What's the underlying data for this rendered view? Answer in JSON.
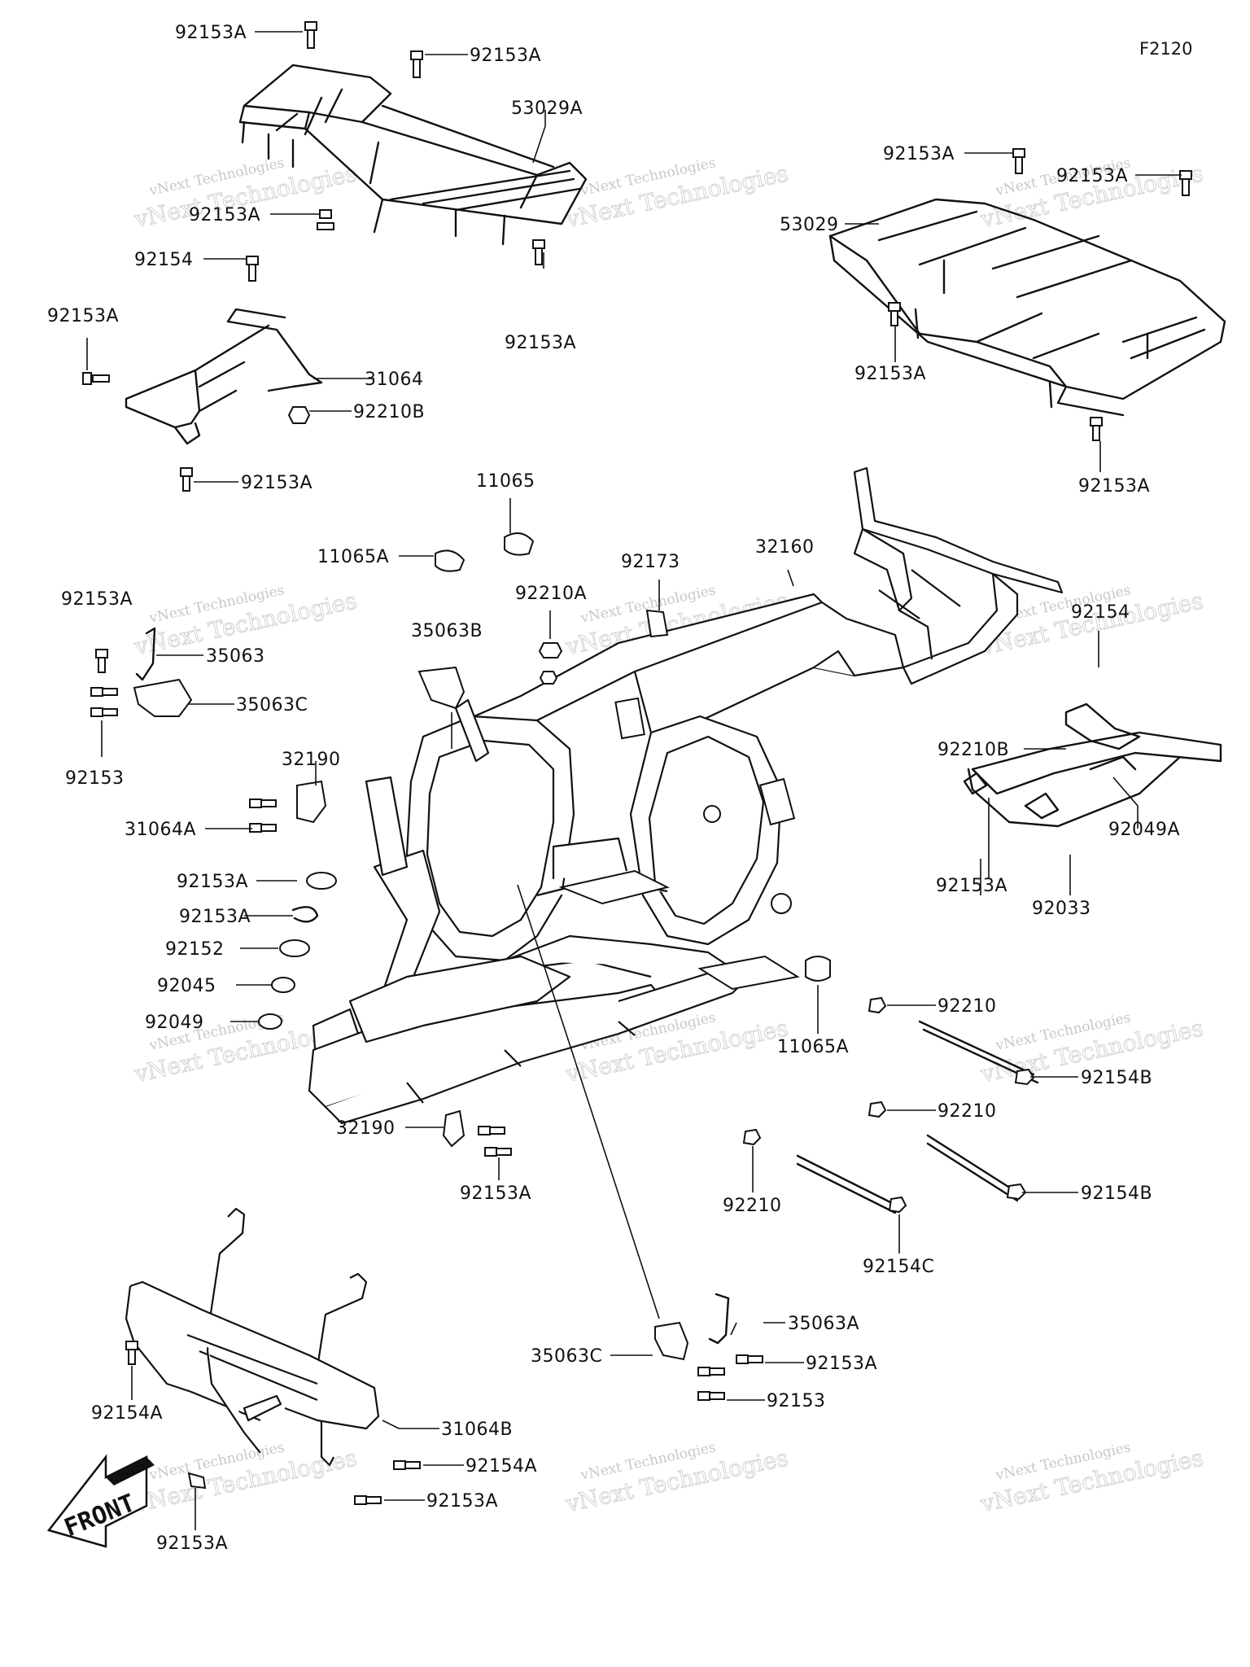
{
  "diagram_code": "F2120",
  "front_label": "FRONT",
  "watermark": {
    "line1": "vNext Technologies",
    "line2": "vNext Technologies"
  },
  "labels": [
    {
      "text": "92153A"
    },
    {
      "text": "92153A"
    },
    {
      "text": "53029A"
    },
    {
      "text": "92153A"
    },
    {
      "text": "92153A"
    },
    {
      "text": "92154"
    },
    {
      "text": "92153A"
    },
    {
      "text": "31064"
    },
    {
      "text": "92210B"
    },
    {
      "text": "92153A"
    },
    {
      "text": "92153A"
    },
    {
      "text": "92153A"
    },
    {
      "text": "53029"
    },
    {
      "text": "92153A"
    },
    {
      "text": "92153A"
    },
    {
      "text": "11065"
    },
    {
      "text": "11065A"
    },
    {
      "text": "92173"
    },
    {
      "text": "32160"
    },
    {
      "text": "92210A"
    },
    {
      "text": "92153A"
    },
    {
      "text": "35063"
    },
    {
      "text": "35063B"
    },
    {
      "text": "92154"
    },
    {
      "text": "35063C"
    },
    {
      "text": "92153"
    },
    {
      "text": "92210B"
    },
    {
      "text": "32190"
    },
    {
      "text": "92153A"
    },
    {
      "text": "31064A"
    },
    {
      "text": "92049A"
    },
    {
      "text": "92153A"
    },
    {
      "text": "92033"
    },
    {
      "text": "92153A"
    },
    {
      "text": "92152"
    },
    {
      "text": "92045"
    },
    {
      "text": "11065A"
    },
    {
      "text": "92049"
    },
    {
      "text": "92210"
    },
    {
      "text": "92154B"
    },
    {
      "text": "32190"
    },
    {
      "text": "92210"
    },
    {
      "text": "92153A"
    },
    {
      "text": "92210"
    },
    {
      "text": "92154B"
    },
    {
      "text": "92154C"
    },
    {
      "text": "35063A"
    },
    {
      "text": "35063C"
    },
    {
      "text": "92153A"
    },
    {
      "text": "92153"
    },
    {
      "text": "92154A"
    },
    {
      "text": "31064B"
    },
    {
      "text": "92154A"
    },
    {
      "text": "92153A"
    },
    {
      "text": "92153A"
    }
  ]
}
